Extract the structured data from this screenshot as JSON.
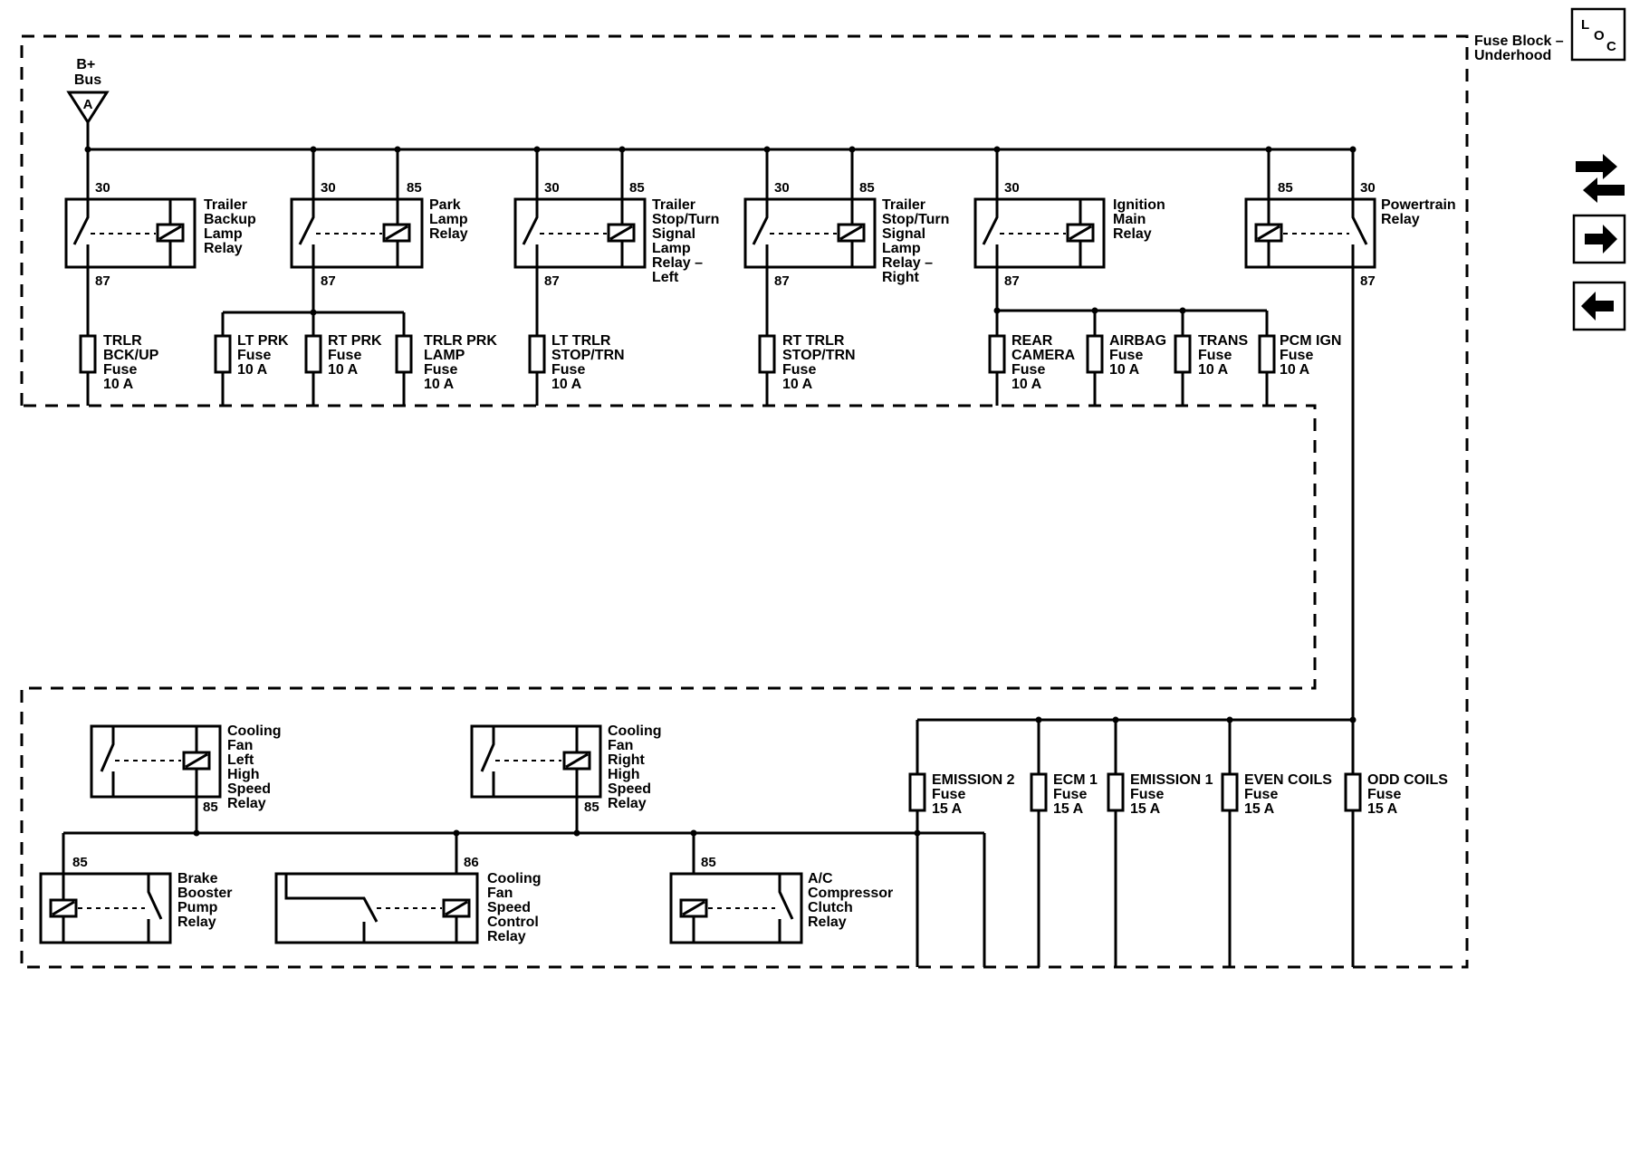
{
  "fuse_block_label": [
    "Fuse Block –",
    "Underhood"
  ],
  "bus_label": [
    "B+",
    "Bus"
  ],
  "bus_connector": "A",
  "loc_icon_letters": [
    "L",
    "O",
    "C"
  ],
  "top_relays": [
    {
      "id": "r1",
      "name": [
        "Trailer",
        "Backup",
        "Lamp",
        "Relay"
      ],
      "pins": [
        "30",
        "87"
      ]
    },
    {
      "id": "r2",
      "name": [
        "Park",
        "Lamp",
        "Relay"
      ],
      "pins": [
        "30",
        "85",
        "87"
      ]
    },
    {
      "id": "r3",
      "name": [
        "Trailer",
        "Stop/Turn",
        "Signal",
        "Lamp",
        "Relay –",
        "Left"
      ],
      "pins": [
        "30",
        "85",
        "87"
      ]
    },
    {
      "id": "r4",
      "name": [
        "Trailer",
        "Stop/Turn",
        "Signal",
        "Lamp",
        "Relay –",
        "Right"
      ],
      "pins": [
        "30",
        "85",
        "87"
      ]
    },
    {
      "id": "r5",
      "name": [
        "Ignition",
        "Main",
        "Relay"
      ],
      "pins": [
        "30",
        "87"
      ]
    },
    {
      "id": "r6",
      "name": [
        "Powertrain",
        "Relay"
      ],
      "pins": [
        "85",
        "30",
        "87"
      ]
    }
  ],
  "top_fuses": [
    {
      "id": "f1",
      "label": [
        "TRLR",
        "BCK/UP",
        "Fuse",
        "10 A"
      ]
    },
    {
      "id": "f2",
      "label": [
        "LT PRK",
        "Fuse",
        "10 A"
      ]
    },
    {
      "id": "f3",
      "label": [
        "RT PRK",
        "Fuse",
        "10 A"
      ]
    },
    {
      "id": "f4",
      "label": [
        "TRLR PRK",
        "LAMP",
        "Fuse",
        "10 A"
      ]
    },
    {
      "id": "f5",
      "label": [
        "LT TRLR",
        "STOP/TRN",
        "Fuse",
        "10 A"
      ]
    },
    {
      "id": "f6",
      "label": [
        "RT TRLR",
        "STOP/TRN",
        "Fuse",
        "10 A"
      ]
    },
    {
      "id": "f7",
      "label": [
        "REAR",
        "CAMERA",
        "Fuse",
        "10 A"
      ]
    },
    {
      "id": "f8",
      "label": [
        "AIRBAG",
        "Fuse",
        "10 A"
      ]
    },
    {
      "id": "f9",
      "label": [
        "TRANS",
        "Fuse",
        "10 A"
      ]
    },
    {
      "id": "f10",
      "label": [
        "PCM IGN",
        "Fuse",
        "10 A"
      ]
    }
  ],
  "bottom_relays": [
    {
      "id": "b1",
      "name": [
        "Cooling",
        "Fan",
        "Left",
        "High",
        "Speed",
        "Relay"
      ],
      "pins": [
        "85"
      ]
    },
    {
      "id": "b2",
      "name": [
        "Cooling",
        "Fan",
        "Right",
        "High",
        "Speed",
        "Relay"
      ],
      "pins": [
        "85"
      ]
    },
    {
      "id": "b3",
      "name": [
        "Brake",
        "Booster",
        "Pump",
        "Relay"
      ],
      "pins": [
        "85"
      ]
    },
    {
      "id": "b4",
      "name": [
        "Cooling",
        "Fan",
        "Speed",
        "Control",
        "Relay"
      ],
      "pins": [
        "86"
      ]
    },
    {
      "id": "b5",
      "name": [
        "A/C",
        "Compressor",
        "Clutch",
        "Relay"
      ],
      "pins": [
        "85"
      ]
    }
  ],
  "bottom_fuses": [
    {
      "id": "g1",
      "label": [
        "EMISSION 2",
        "Fuse",
        "15 A"
      ]
    },
    {
      "id": "g2",
      "label": [
        "ECM 1",
        "Fuse",
        "15 A"
      ]
    },
    {
      "id": "g3",
      "label": [
        "EMISSION 1",
        "Fuse",
        "15 A"
      ]
    },
    {
      "id": "g4",
      "label": [
        "EVEN COILS",
        "Fuse",
        "15 A"
      ]
    },
    {
      "id": "g5",
      "label": [
        "ODD COILS",
        "Fuse",
        "15 A"
      ]
    }
  ],
  "nav_icons": [
    "component-swap-icon",
    "arrow-right-icon",
    "arrow-left-icon"
  ]
}
